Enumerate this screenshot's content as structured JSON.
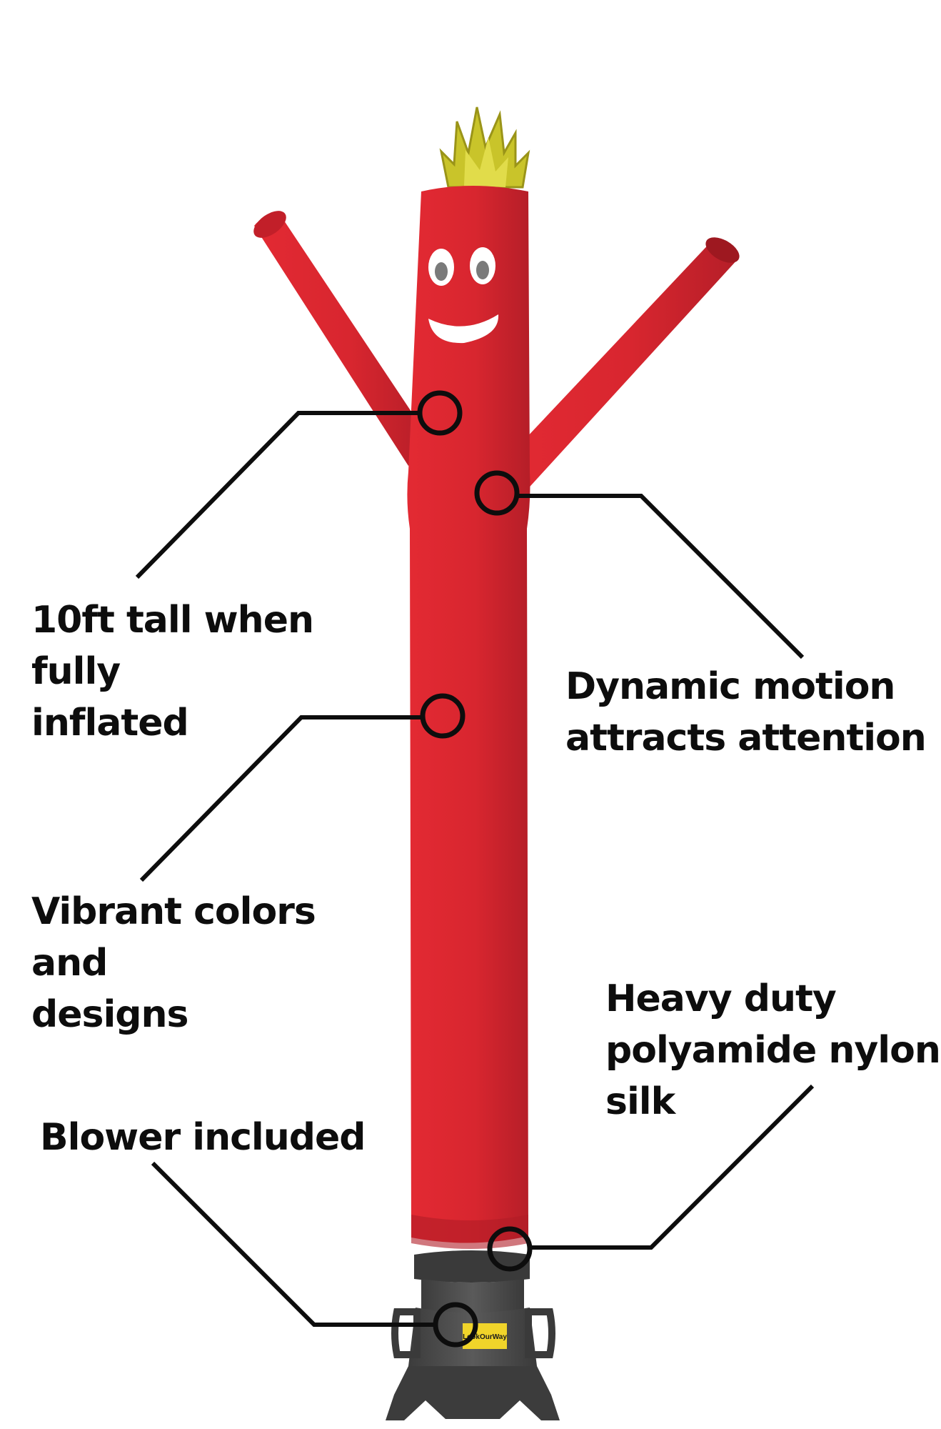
{
  "features": [
    {
      "id": "height",
      "lines": [
        "10ft tall when fully",
        "inflated"
      ]
    },
    {
      "id": "motion",
      "lines": [
        "Dynamic motion",
        "attracts attention"
      ]
    },
    {
      "id": "colors",
      "lines": [
        "Vibrant colors and",
        "designs"
      ]
    },
    {
      "id": "nylon",
      "lines": [
        "Heavy duty",
        "polyamide nylon",
        "silk"
      ]
    },
    {
      "id": "blower",
      "lines": [
        "Blower included"
      ]
    }
  ],
  "blower_brand": "LookOurWay",
  "colors": {
    "tube": "#d8262f",
    "tube_shade": "#b01c26",
    "flame": "#c9c42a",
    "blower": "#4a4a4a",
    "callout": "#0d0d0d"
  }
}
